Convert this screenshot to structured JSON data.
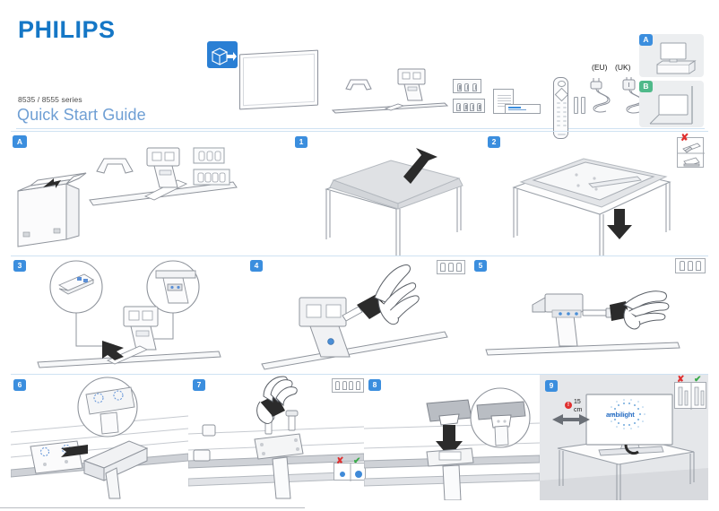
{
  "brand": {
    "logo_text": "PHILIPS",
    "logo_color": "#1577c6"
  },
  "header": {
    "series": "8535 / 8555 series",
    "title": "Quick Start Guide",
    "unpack_icon": "unpack-box-icon",
    "parts": [
      {
        "name": "tv-panel",
        "label": ""
      },
      {
        "name": "stand-foot-bracket",
        "label": ""
      },
      {
        "name": "stand-neck",
        "label": ""
      },
      {
        "name": "stand-base-bar",
        "label": ""
      },
      {
        "name": "screw-bag-3",
        "label": ""
      },
      {
        "name": "screw-bag-4",
        "label": ""
      },
      {
        "name": "manual-booklet",
        "label": ""
      },
      {
        "name": "warranty-card",
        "label": ""
      },
      {
        "name": "remote-control",
        "label": ""
      },
      {
        "name": "batteries",
        "label": ""
      },
      {
        "name": "power-cord-eu",
        "label": "(EU)"
      },
      {
        "name": "power-cord-uk",
        "label": "(UK)"
      }
    ],
    "cable_labels": {
      "eu": "(EU)",
      "uk": "(UK)"
    },
    "options": [
      {
        "badge": "A",
        "color": "#3b8ede",
        "caption": "table-stand-mount"
      },
      {
        "badge": "B",
        "color": "#4fb98a",
        "caption": "wall-mount"
      }
    ]
  },
  "sections": {
    "a_badge": "A"
  },
  "steps": [
    {
      "num": "1",
      "name": "place-cloth-on-table"
    },
    {
      "num": "2",
      "name": "place-tv-face-down"
    },
    {
      "num": "3",
      "name": "attach-neck-to-base"
    },
    {
      "num": "4",
      "name": "screw-neck-top"
    },
    {
      "num": "5",
      "name": "screw-neck-side"
    },
    {
      "num": "6",
      "name": "align-stand-to-tv"
    },
    {
      "num": "7",
      "name": "fasten-stand-screws"
    },
    {
      "num": "8",
      "name": "attach-cover-cap"
    },
    {
      "num": "9",
      "name": "stand-tv-upright"
    }
  ],
  "annotations": {
    "clearance_value": "15",
    "clearance_unit": "cm",
    "warning_mark": "!",
    "cross_mark": "✘",
    "check_mark": "✔",
    "ambilight_text": "ambilight"
  },
  "colors": {
    "accent_blue": "#3b8ede",
    "title_blue": "#6f9fd4",
    "green": "#4fb98a",
    "red": "#e03030",
    "rule": "#cfe2f2"
  }
}
